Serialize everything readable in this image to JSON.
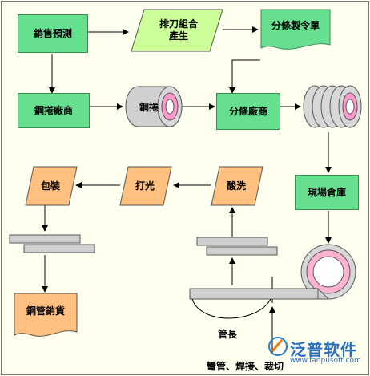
{
  "nodes": {
    "sales_forecast": "銷售預測",
    "knife_combo": "排刀組合\n產生",
    "slitting_order": "分條製令單",
    "steel_coil_vendor": "鋼捲廠商",
    "steel_coil": "鋼捲",
    "slitting_vendor": "分條廠商",
    "site_warehouse": "現場倉庫",
    "packing": "包裝",
    "polishing": "打光",
    "pickling": "酸洗",
    "pipe_sales": "鋼管銷貨",
    "pipe_length": "管長",
    "process": "彎管、焊接、裁切"
  },
  "logo": {
    "brand": "泛普软件",
    "url": "www.fanpusoft.com"
  },
  "colors": {
    "green": "#66e08f",
    "light_green": "#ccff99",
    "orange": "#ffc080",
    "coil_gray": "#d0d0d0",
    "coil_pink": "#ff99cc",
    "frame": "#7a7a7a"
  }
}
